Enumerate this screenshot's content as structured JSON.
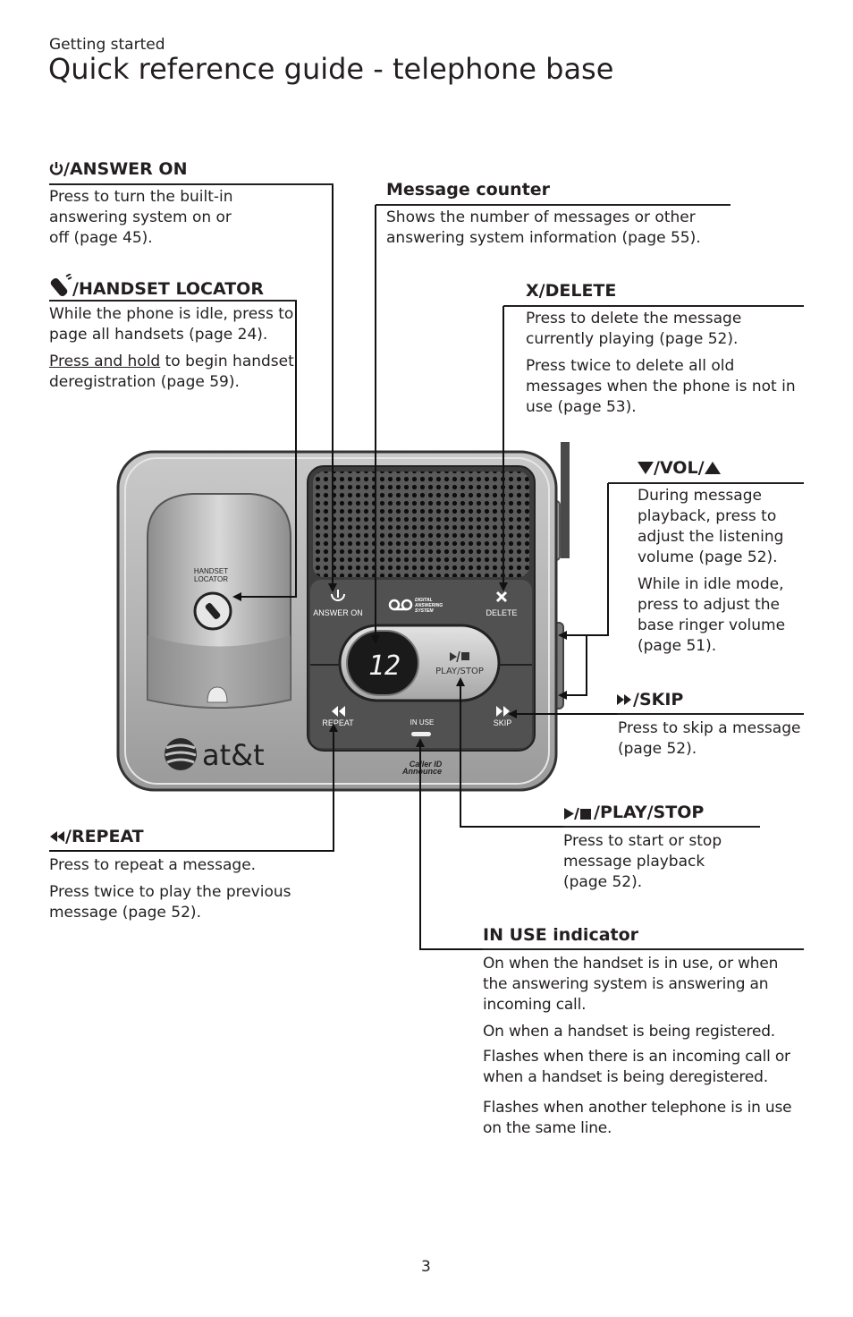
{
  "header": {
    "section": "Getting started",
    "title": "Quick reference guide - telephone base"
  },
  "callouts": {
    "answer_on": {
      "label": "/ANSWER ON",
      "text": "Press to turn the built-in answering system on or off (page 45)."
    },
    "handset_locator": {
      "label": "/HANDSET LOCATOR",
      "p1": "While the phone is idle, press to page all handsets (page 24).",
      "p2_underlined": "Press and hold",
      "p2_rest": " to begin handset deregistration (page 59)."
    },
    "message_counter": {
      "label": "Message counter",
      "text": "Shows the number of messages or other answering system information (page 55)."
    },
    "delete": {
      "label": "X/DELETE",
      "p1": "Press to delete the message currently playing (page 52).",
      "p2": "Press twice to delete all old messages when the phone is not in use (page 53)."
    },
    "vol": {
      "label": "/VOL/",
      "p1": "During message playback, press to adjust the listening volume (page 52).",
      "p2": "While in idle mode, press to adjust the base ringer volume (page 51)."
    },
    "skip": {
      "label": "/SKIP",
      "text": "Press to skip a message (page 52)."
    },
    "play_stop": {
      "label": "/PLAY/STOP",
      "text": "Press to start or stop message playback (page 52)."
    },
    "repeat": {
      "label": "/REPEAT",
      "p1": "Press to repeat a message.",
      "p2": "Press twice to play the previous message (page 52)."
    },
    "in_use": {
      "label": "IN USE indicator",
      "p1": "On when the handset is in use, or when the answering system is answering an incoming call.",
      "p2": "On when a handset is being registered.",
      "p3": "Flashes when there is an incoming call or when a handset is being deregistered.",
      "p4": "Flashes when another telephone is in use on the same line."
    }
  },
  "device": {
    "handset_locator_label_1": "HANDSET",
    "handset_locator_label_2": "LOCATOR",
    "answer_on": "ANSWER ON",
    "digital_1": "DIGITAL",
    "digital_2": "ANSWERING",
    "digital_3": "SYSTEM",
    "delete": "DELETE",
    "display": "12",
    "play_stop": "PLAY/STOP",
    "repeat": "REPEAT",
    "in_use": "IN USE",
    "skip": "SKIP",
    "caller_id_1": "Caller ID",
    "caller_id_2": "Announce",
    "brand": "at&t"
  },
  "footer": {
    "page": "3"
  }
}
